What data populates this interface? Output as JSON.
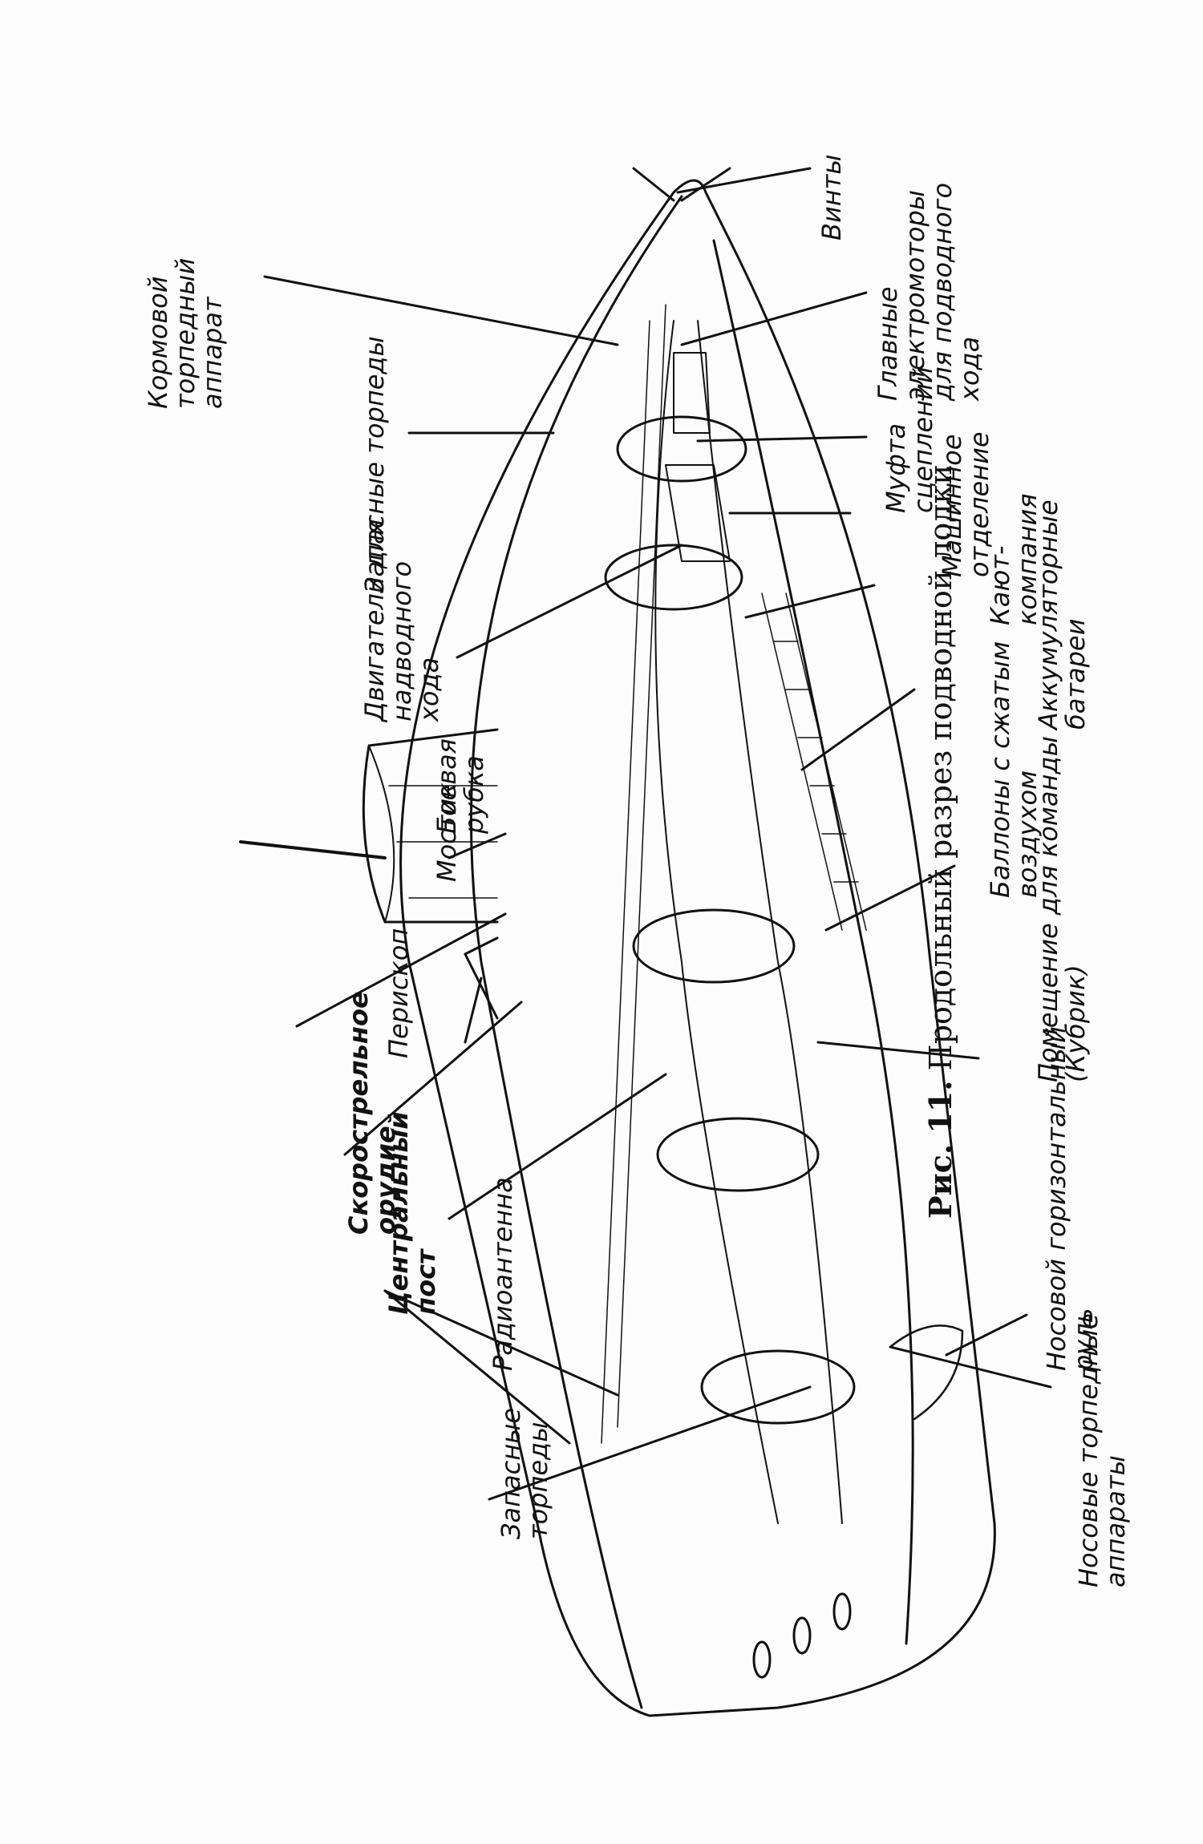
{
  "caption": {
    "figure_number": "Рис. 11.",
    "text": "Продольный разрез подводной лодки"
  },
  "labels": {
    "stern_torpedo_tube": "Кормовой\nторпедный\nаппарат",
    "spare_torpedoes_aft": "Запасные торпеды",
    "propellers": "Винты",
    "main_electric_motors": "Главные\nэлектромоторы\nдля подводного\nхода",
    "clutch": "Муфта\nсцеплений",
    "surface_engines": "Двигатели для\nнадводного\nхода",
    "engine_room": "Машинное\nотделение",
    "wardroom": "Кают-\nкомпания",
    "batteries": "Аккумуляторные\nбатареи",
    "bridge": "Мостик",
    "conning_tower": "Боевая\nрубка",
    "compressed_air_tanks": "Баллоны с сжатым\nвоздухом",
    "periscope": "Перископ",
    "crew_quarters": "Помещение для команды\n(Кубрик)",
    "deck_gun": "Скорострельное\nорудие",
    "central_post": "Центральный\nпост",
    "bow_plane": "Носовой горизонтальный\nруль",
    "radio_antenna": "Радиоантенна",
    "spare_torpedoes_fwd": "Запасные\nторпеды",
    "bow_torpedo_tubes": "Носовые торпедные\nаппараты"
  }
}
